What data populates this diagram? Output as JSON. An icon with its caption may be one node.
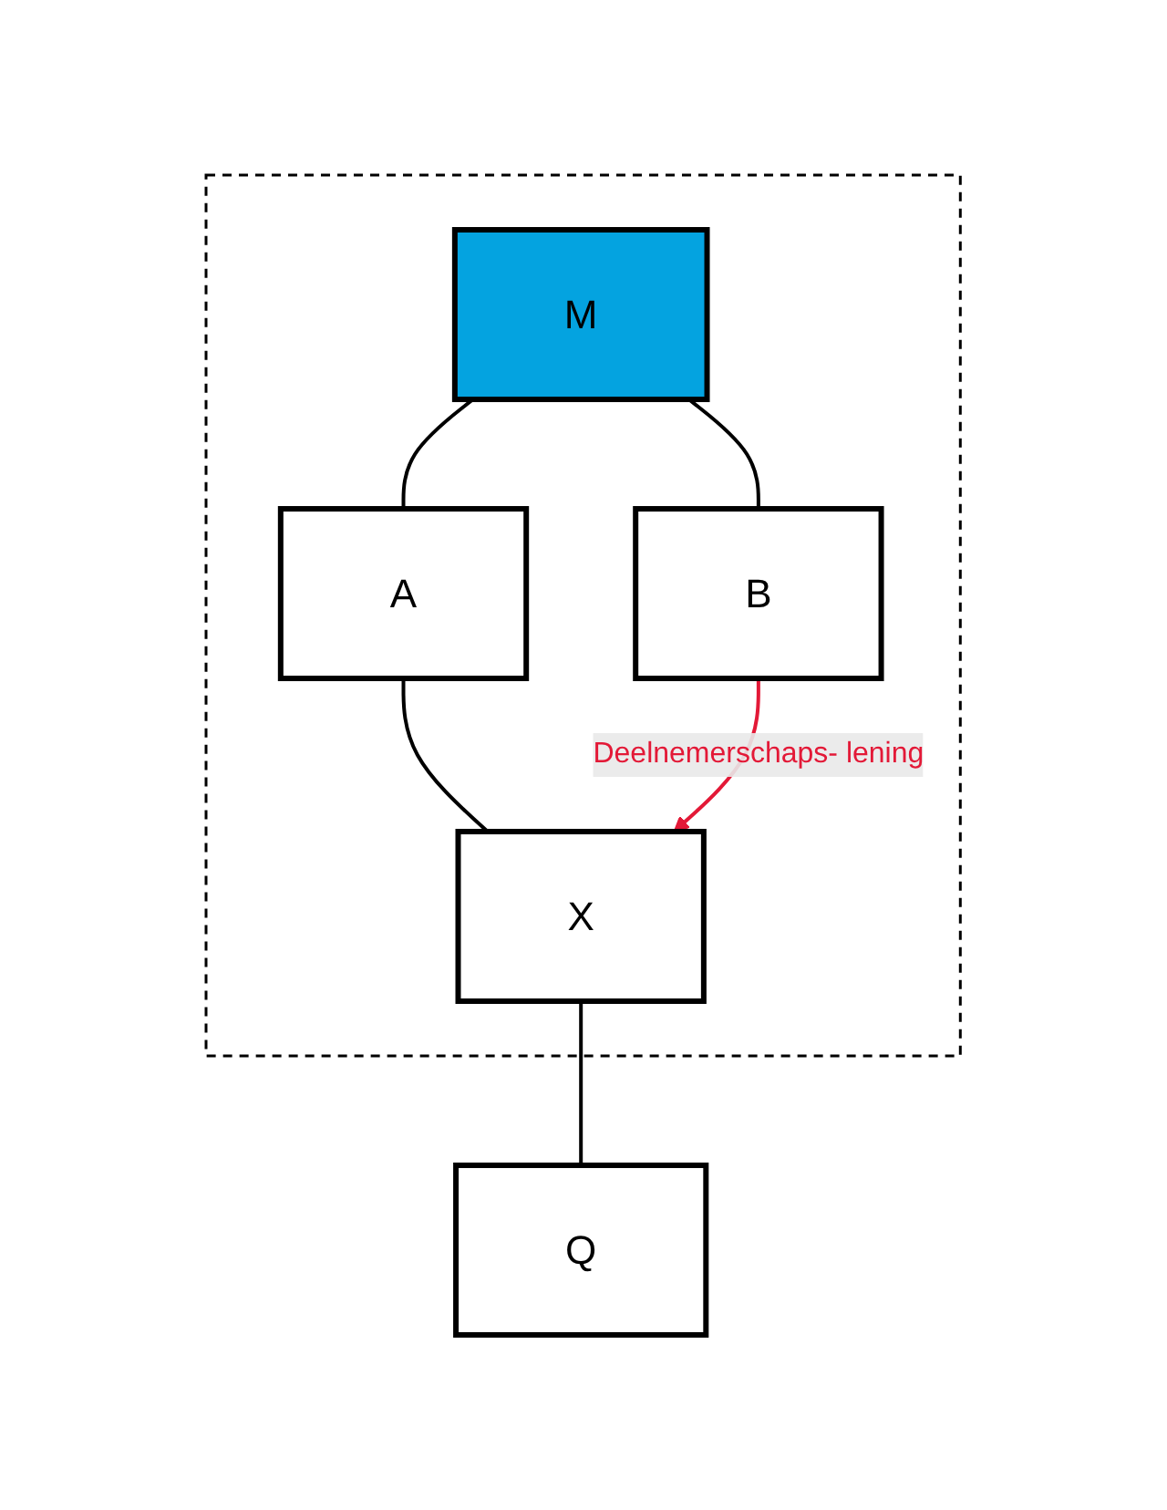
{
  "diagram": {
    "nodes": [
      {
        "text": [],
        "shape": "box"
      },
      {
        "text": [
          "M"
        ],
        "in": 0
      },
      {
        "text": [
          "A"
        ],
        "in": 0
      },
      {
        "text": [
          "B"
        ],
        "in": 0
      },
      {
        "text": [
          "X"
        ],
        "in": 0
      },
      {
        "text": [
          "Q"
        ]
      }
    ],
    "edges": [
      {
        "from": 1,
        "to": 2,
        "arrow": "none"
      },
      {
        "from": 1,
        "to": 3,
        "arrow": "none"
      },
      {
        "from": 2,
        "to": 4,
        "arrow": "none"
      },
      {
        "from": 3,
        "to": 4,
        "arrow": "to",
        "label": "Deelnemerschaps- lening",
        "color": "#e31937"
      },
      {
        "from": 4,
        "to": 5,
        "arrow": "none"
      }
    ]
  }
}
